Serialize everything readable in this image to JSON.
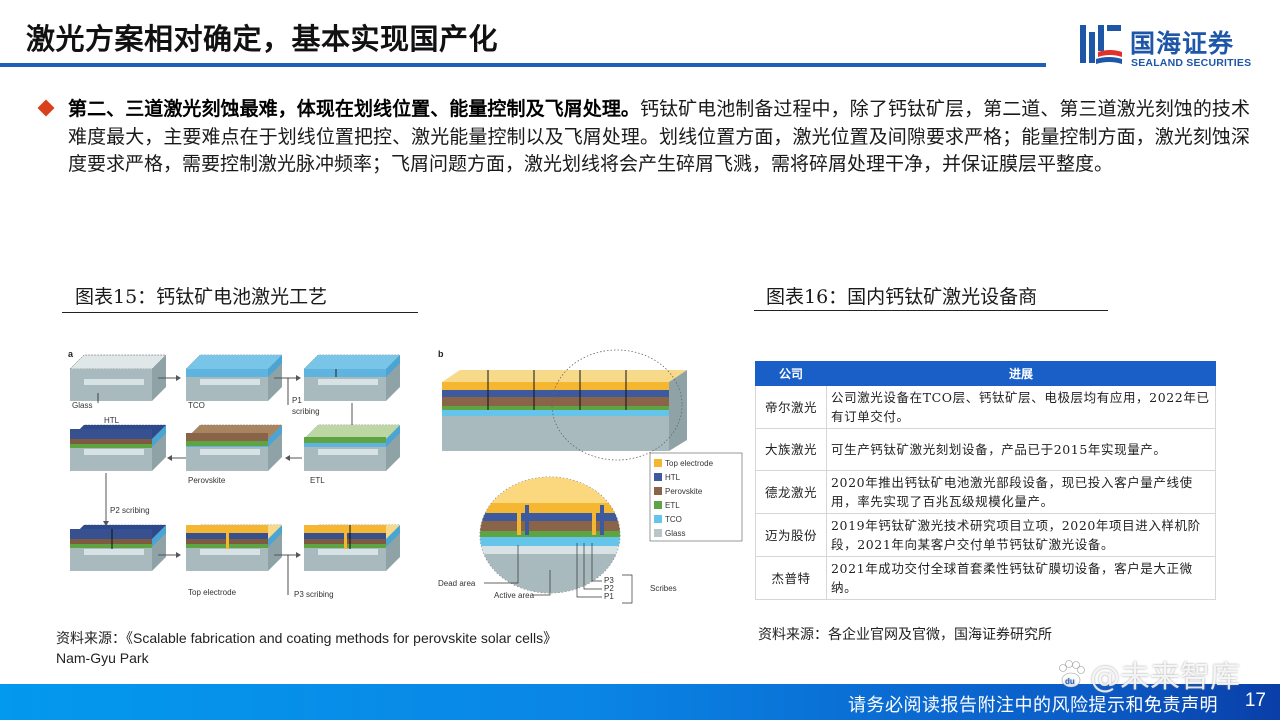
{
  "header": {
    "title": "激光方案相对确定，基本实现国产化",
    "logo_cn": "国海证券",
    "logo_en": "SEALAND SECURITIES"
  },
  "bullet": {
    "bold": "第二、三道激光刻蚀最难，体现在划线位置、能量控制及飞屑处理。",
    "body": "钙钛矿电池制备过程中，除了钙钛矿层，第二道、第三道激光刻蚀的技术难度最大，主要难点在于划线位置把控、激光能量控制以及飞屑处理。划线位置方面，激光位置及间隙要求严格；能量控制方面，激光刻蚀深度要求严格，需要控制激光脉冲频率；飞屑问题方面，激光划线将会产生碎屑飞溅，需将碎屑处理干净，并保证膜层平整度。"
  },
  "figure15": {
    "title": "图表15：钙钛矿电池激光工艺",
    "panel_a_label": "a",
    "panel_b_label": "b",
    "panel_a_labels": {
      "glass": "Glass",
      "tco": "TCO",
      "p1": "P1",
      "p1_scribing": "scribing",
      "htl": "HTL",
      "perovskite": "Perovskite",
      "etl": "ETL",
      "p2_scribing": "P2 scribing",
      "top_electrode": "Top electrode",
      "p3_scribing": "P3 scribing"
    },
    "legend": [
      {
        "label": "Top electrode",
        "color": "#f5b731"
      },
      {
        "label": "HTL",
        "color": "#3e5a9e"
      },
      {
        "label": "Perovskite",
        "color": "#8a6448"
      },
      {
        "label": "ETL",
        "color": "#5fa442"
      },
      {
        "label": "TCO",
        "color": "#64c4ea"
      },
      {
        "label": "Glass",
        "color": "#b8c6c8"
      }
    ],
    "panel_b_labels": {
      "dead_area": "Dead area",
      "active_area": "Active area",
      "p3": "P3",
      "p2": "P2",
      "p1": "P1",
      "scribes": "Scribes"
    },
    "source": "资料来源：《Scalable fabrication and coating methods for perovskite solar cells》",
    "source_author": "Nam-Gyu Park"
  },
  "figure16": {
    "title": "图表16：国内钙钛矿激光设备商",
    "columns": [
      "公司",
      "进展"
    ],
    "rows": [
      {
        "company": "帝尔激光",
        "progress": "公司激光设备在TCO层、钙钛矿层、电极层均有应用，2022年已有订单交付。"
      },
      {
        "company": "大族激光",
        "progress": "可生产钙钛矿激光刻划设备，产品已于2015年实现量产。"
      },
      {
        "company": "德龙激光",
        "progress": "2020年推出钙钛矿电池激光部段设备，现已投入客户量产线使用，率先实现了百兆瓦级规模化量产。"
      },
      {
        "company": "迈为股份",
        "progress": "2019年钙钛矿激光技术研究项目立项，2020年项目进入样机阶段，2021年向某客户交付单节钙钛矿激光设备。"
      },
      {
        "company": "杰普特",
        "progress": "2021年成功交付全球首套柔性钙钛矿膜切设备，客户是大正微纳。"
      }
    ],
    "source": "资料来源：各企业官网及官微，国海证券研究所"
  },
  "footer": {
    "disclaimer": "请务必阅读报告附注中的风险提示和免责声明",
    "page": "17",
    "watermark": "@未来智库"
  },
  "colors": {
    "accent_blue": "#1f5fb5",
    "table_header": "#1a5fc8",
    "bullet": "#d9401c"
  }
}
